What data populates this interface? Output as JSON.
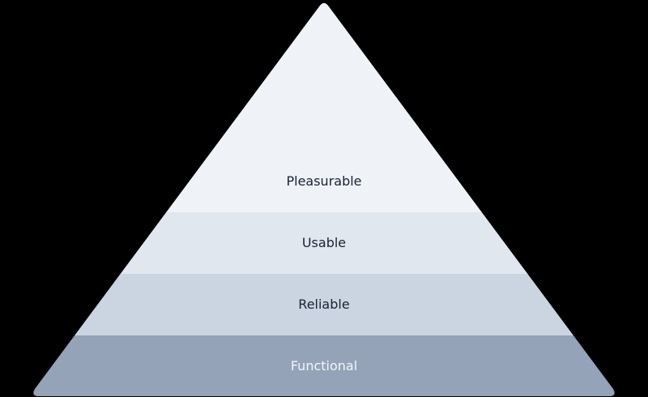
{
  "diagram": {
    "background": "#000000",
    "layers": [
      {
        "label": "Pleasurable",
        "fill": "#eff3f8",
        "text_color": "#1a2233"
      },
      {
        "label": "Usable",
        "fill": "#e1e7ef",
        "text_color": "#1a2233"
      },
      {
        "label": "Reliable",
        "fill": "#cbd5e1",
        "text_color": "#1a2233"
      },
      {
        "label": "Functional",
        "fill": "#94a3b8",
        "text_color": "#f3f5f9"
      }
    ]
  }
}
